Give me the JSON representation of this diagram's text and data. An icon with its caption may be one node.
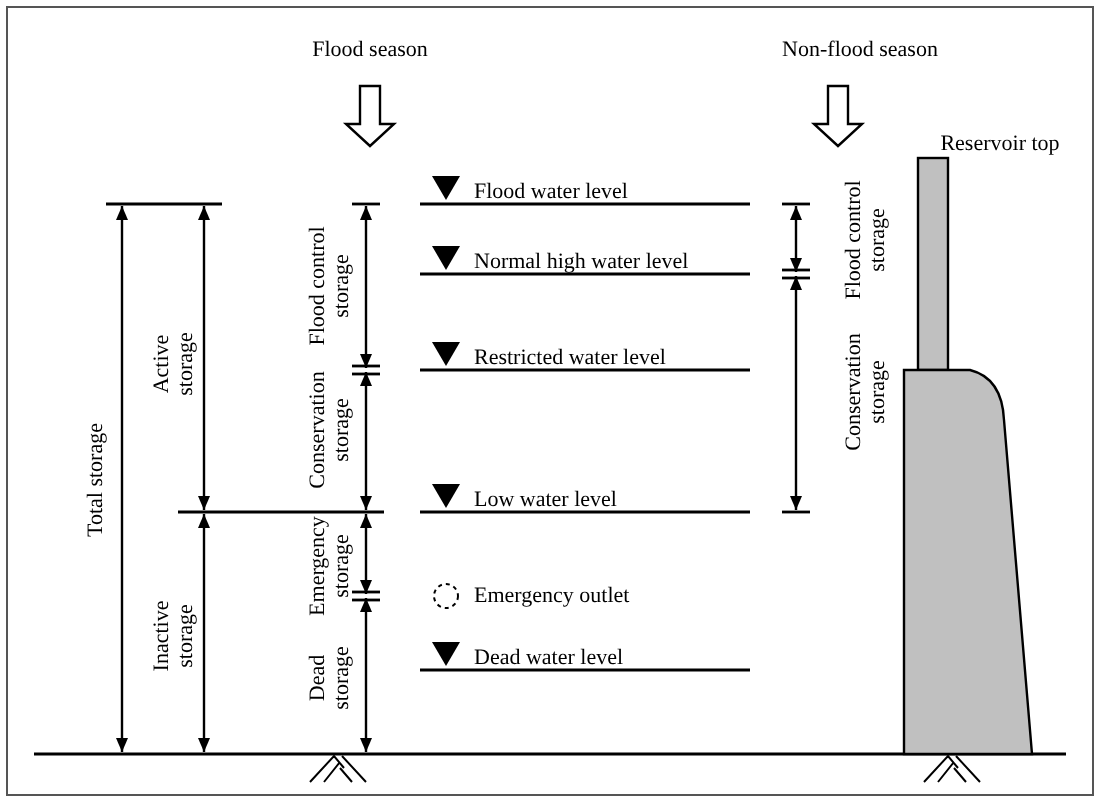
{
  "diagram": {
    "labels": [
      "Flood season",
      "Non-flood season",
      "Reservoir top",
      "Flood water level",
      "Flood control storage",
      "Flood control storage",
      "Normal high water level",
      "Active storage",
      "Total storage",
      "Restricted water level",
      "Conservation storage",
      "Conservation storage",
      "Low water level",
      "Inactive storage",
      "Emergency storage",
      "Emergency outlet",
      "Dead water level",
      "Dead storage"
    ]
  }
}
